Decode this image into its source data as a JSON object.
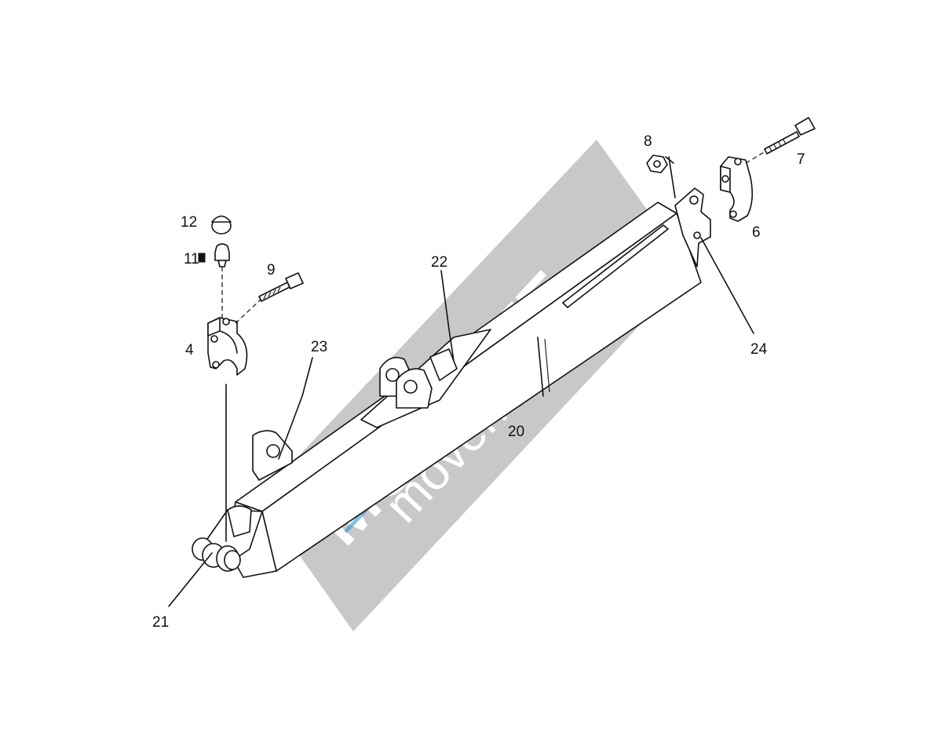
{
  "diagram": {
    "callouts": [
      {
        "id": "c12",
        "text": "12"
      },
      {
        "id": "c11",
        "text": "11"
      },
      {
        "id": "c9",
        "text": "9"
      },
      {
        "id": "c4",
        "text": "4"
      },
      {
        "id": "c23",
        "text": "23"
      },
      {
        "id": "c22",
        "text": "22"
      },
      {
        "id": "c20",
        "text": "20"
      },
      {
        "id": "c21",
        "text": "21"
      },
      {
        "id": "c8",
        "text": "8"
      },
      {
        "id": "c7",
        "text": "7"
      },
      {
        "id": "c6",
        "text": "6"
      },
      {
        "id": "c24",
        "text": "24"
      }
    ]
  },
  "watermark": {
    "brand": "MOVENTE",
    "site": "movente.ru",
    "color": "#c8c8c8",
    "accent": "#2a8fd6"
  },
  "colors": {
    "line": "#111111",
    "background": "#ffffff"
  }
}
